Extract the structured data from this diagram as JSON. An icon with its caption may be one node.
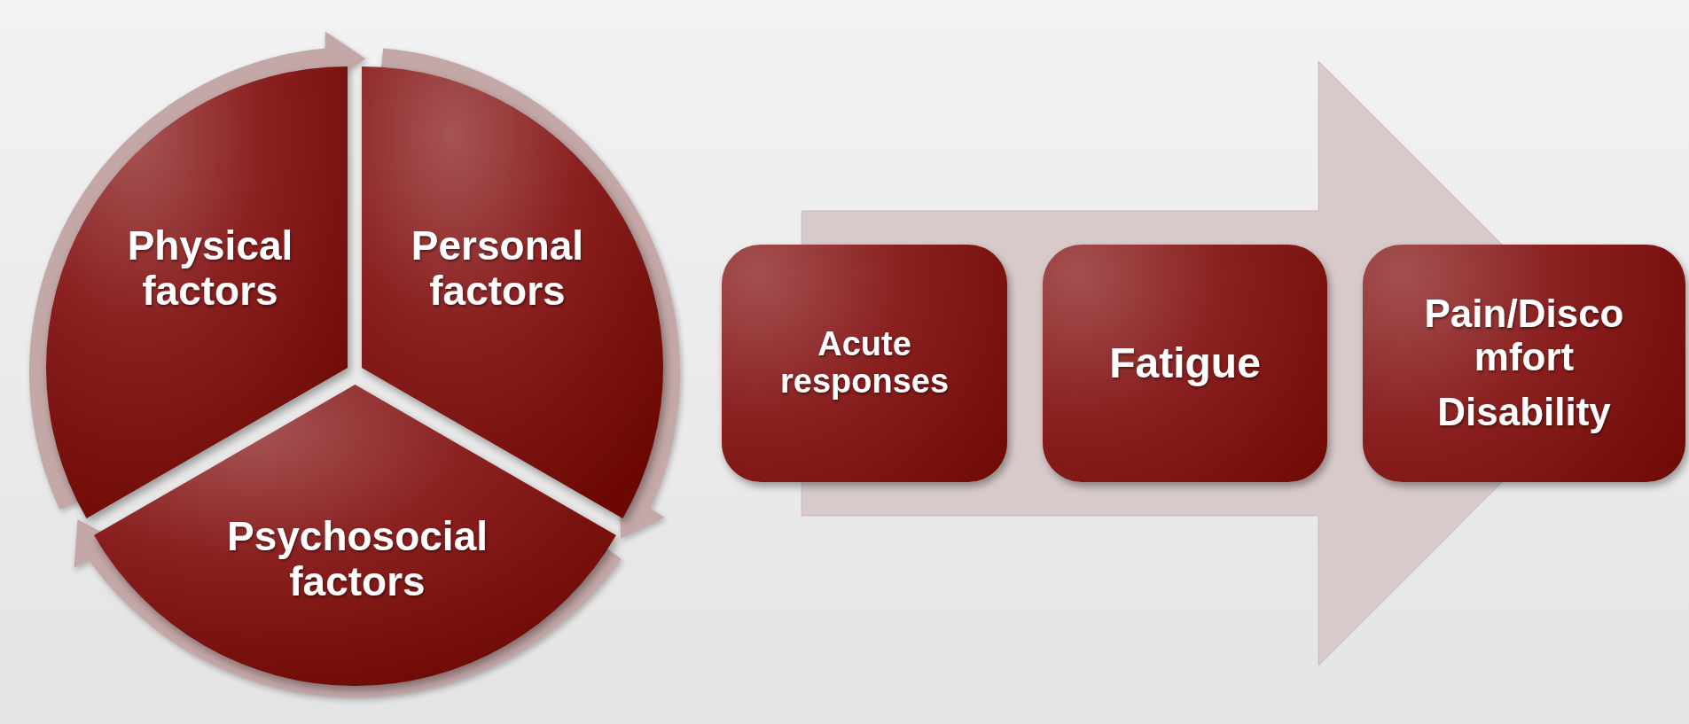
{
  "diagram": {
    "nodes": [
      {
        "text": [
          "Physical factors"
        ]
      },
      {
        "text": [
          "Personal factors"
        ]
      },
      {
        "text": [
          "Psychosocial factors"
        ]
      },
      {
        "text": [
          "Acute responses"
        ]
      },
      {
        "text": [
          "Fatigue"
        ]
      },
      {
        "text": [
          "Pain/Discomfort",
          "Disability"
        ]
      }
    ],
    "edges": [
      {
        "from": 0,
        "to": 1,
        "arrow": "to"
      },
      {
        "from": 1,
        "to": 2,
        "arrow": "to"
      },
      {
        "from": 2,
        "to": 0,
        "arrow": "to"
      },
      {
        "from": 3,
        "to": 5,
        "arrow": "to",
        "style": "thick",
        "color": "#d8caca"
      }
    ]
  }
}
